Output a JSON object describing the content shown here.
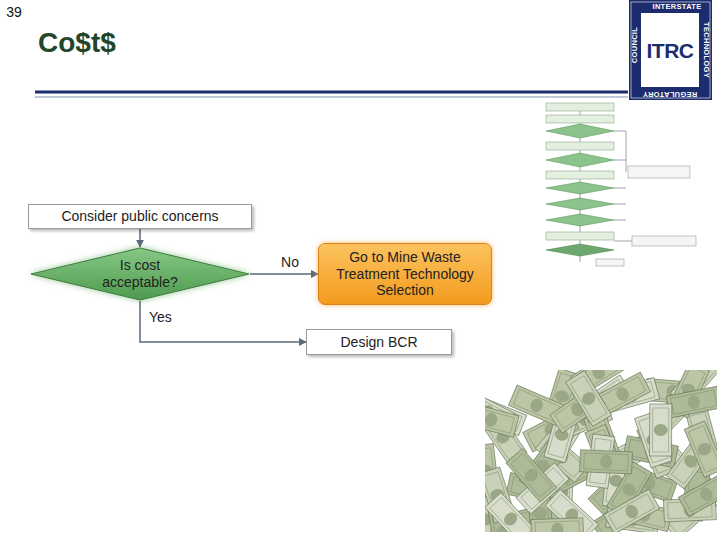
{
  "diagram": {
    "title": "Co$t$",
    "nodes": [
      {
        "text": [
          "Consider public concerns"
        ]
      },
      {
        "text": [
          "Is cost acceptable?"
        ]
      },
      {
        "text": [
          "Go to Mine Waste Treatment Technology Selection"
        ]
      },
      {
        "text": [
          "Design BCR"
        ]
      }
    ],
    "edges": [
      {
        "from": 0,
        "to": 1,
        "arrow": "to"
      },
      {
        "from": 1,
        "to": 2,
        "label": "No",
        "arrow": "to"
      },
      {
        "from": 1,
        "to": 3,
        "label": "Yes",
        "arrow": "to"
      }
    ],
    "labels": [
      "39",
      "INTERSTATE",
      "TECHNOLOGY",
      "REGULATORY",
      "COUNCIL",
      "ITRC"
    ]
  }
}
